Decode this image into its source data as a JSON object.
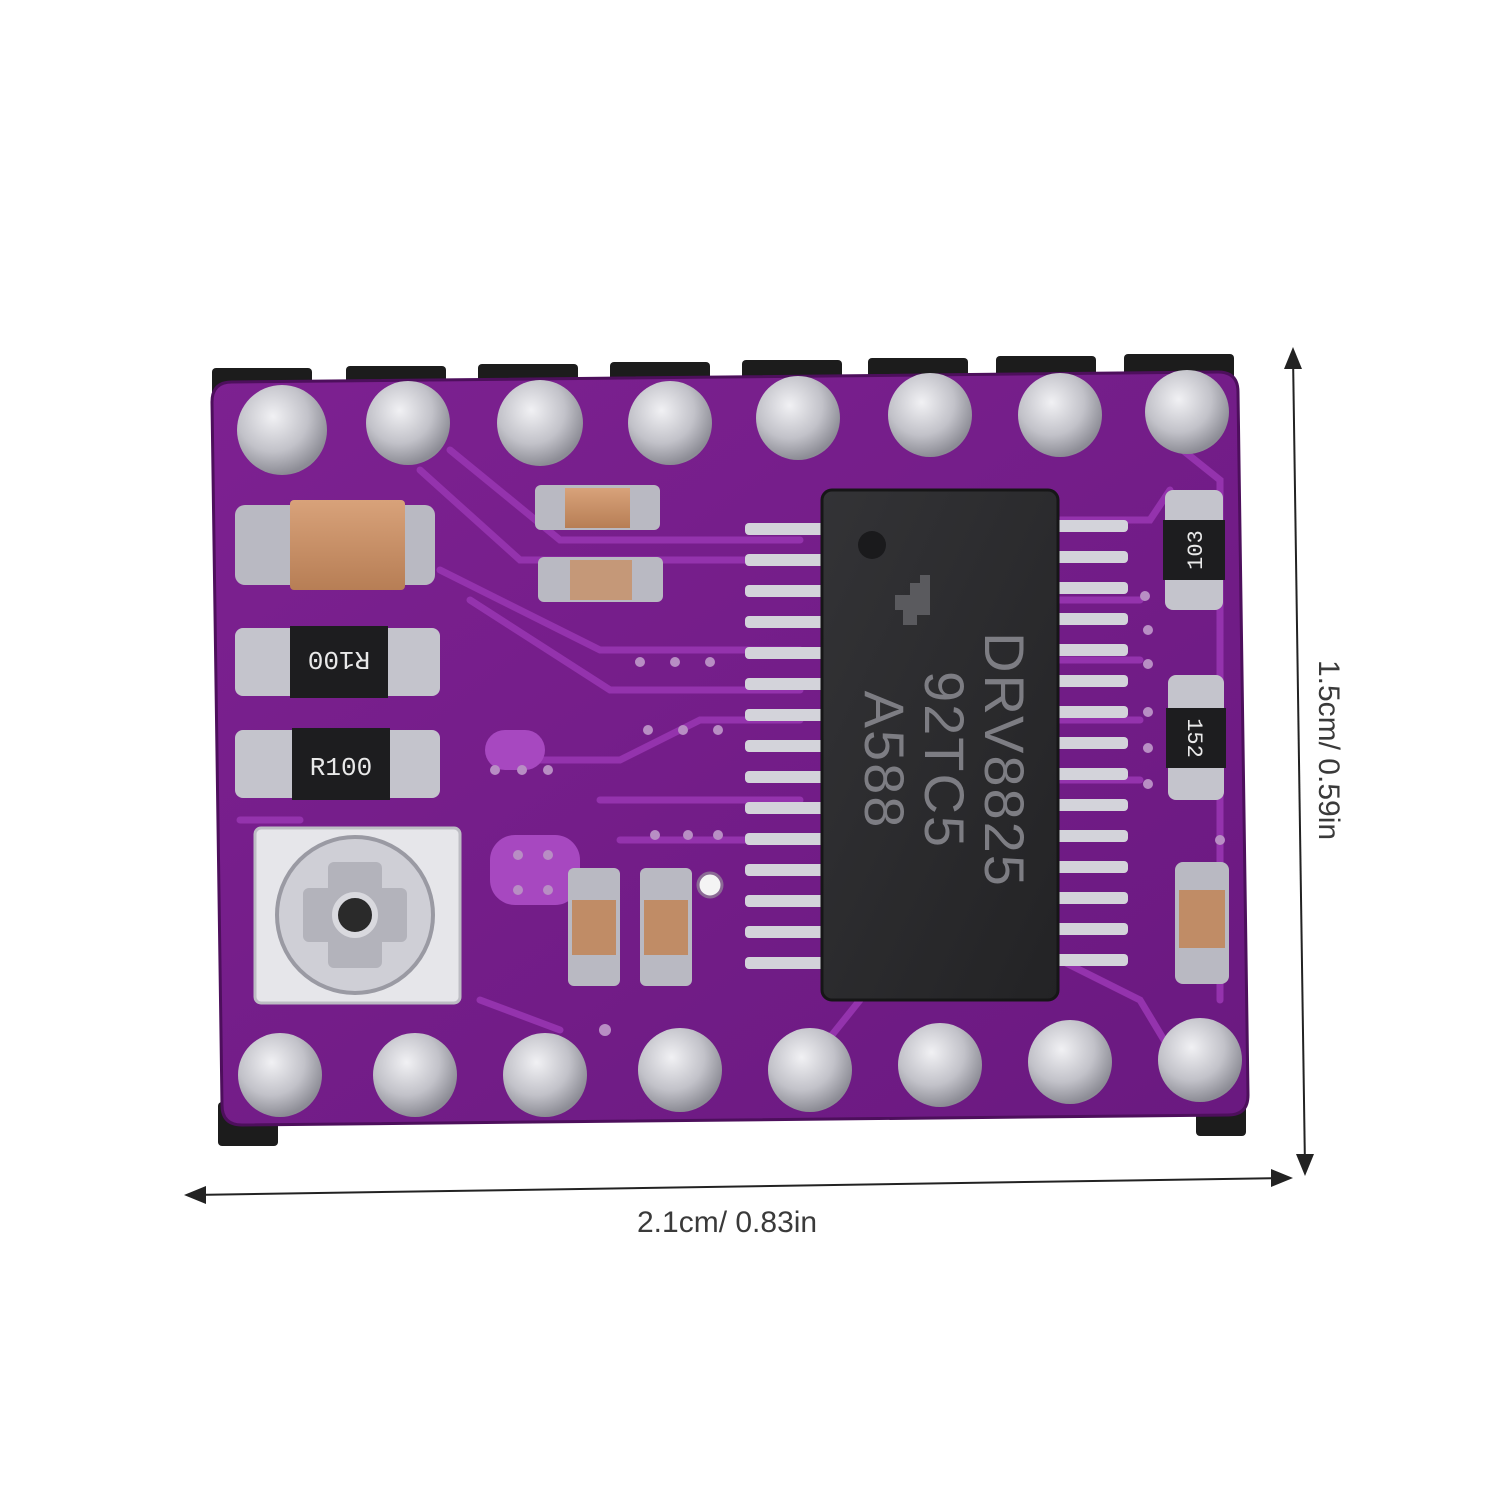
{
  "dimensions": {
    "width_label": "2.1cm/ 0.83in",
    "height_label": "1.5cm/ 0.59in"
  },
  "board": {
    "ic_marking_line1": "DRV8825",
    "ic_marking_line2": "92TC5",
    "ic_marking_line3": "A588",
    "resistor_1": "R100",
    "resistor_2": "R100",
    "resistor_3": "103",
    "resistor_4": "152",
    "colors": {
      "pcb": "#7a1e8c",
      "pcb_dark": "#5e1470",
      "trace": "#8e2aa3",
      "ic_body": "#2b2b2b",
      "pad": "#c9c9cf",
      "header": "#1a1a1a"
    }
  }
}
